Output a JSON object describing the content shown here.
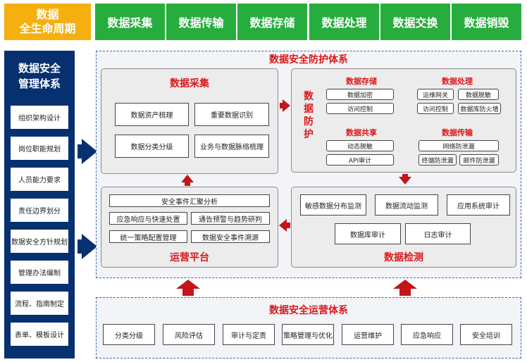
{
  "lifecycle": {
    "title_line1": "数据",
    "title_line2": "全生命周期",
    "stages": [
      "数据采集",
      "数据传输",
      "数据存储",
      "数据处理",
      "数据交换",
      "数据销毁"
    ]
  },
  "management": {
    "title_line1": "数据安全",
    "title_line2": "管理体系",
    "items": [
      "组织架构设计",
      "岗位职能规划",
      "人员能力要求",
      "责任边界划分",
      "数据安全方针规划",
      "管理办法编制",
      "流程、指南制定",
      "表单、模板设计"
    ]
  },
  "protection": {
    "title": "数据安全防护体系",
    "collection": {
      "title": "数据采集",
      "items": [
        "数据资产梳理",
        "重要数据识别",
        "数据分类分级",
        "业务与数据脉络梳理"
      ]
    },
    "defense": {
      "label_chars": [
        "数",
        "据",
        "防",
        "护"
      ],
      "storage": {
        "title": "数据存储",
        "items": [
          "数据加密",
          "访问控制"
        ]
      },
      "processing": {
        "title": "数据处理",
        "items": [
          "运维网关",
          "数据脱敏",
          "访问控制",
          "数据库防火墙"
        ]
      },
      "sharing": {
        "title": "数据共享",
        "items": [
          "动态脱敏",
          "API审计"
        ]
      },
      "transmission": {
        "title": "数据传输",
        "items": [
          "网络防泄漏",
          "终端防泄漏",
          "邮件防泄漏"
        ]
      }
    },
    "detection": {
      "title": "数据检测",
      "items": [
        "敏感数据分布监测",
        "数据流动监测",
        "应用系统审计",
        "数据库审计",
        "日志审计"
      ]
    },
    "operations_platform": {
      "title": "运营平台",
      "items": [
        "安全事件汇聚分析",
        "应急响应与快速处置",
        "通告预警与趋势研判",
        "统一策略配置管理",
        "数据安全事件溯源"
      ]
    }
  },
  "operations": {
    "title": "数据安全运营体系",
    "items": [
      "分类分级",
      "风险评估",
      "审计与定责",
      "策略管理与优化",
      "运营维护",
      "应急响应",
      "安全培训"
    ]
  },
  "colors": {
    "lifecycle_title": "#f5b00f",
    "stage": "#27ad3e",
    "management": "#06306f",
    "accent_red": "#d9191c",
    "frame_border": "#3e67b1"
  }
}
